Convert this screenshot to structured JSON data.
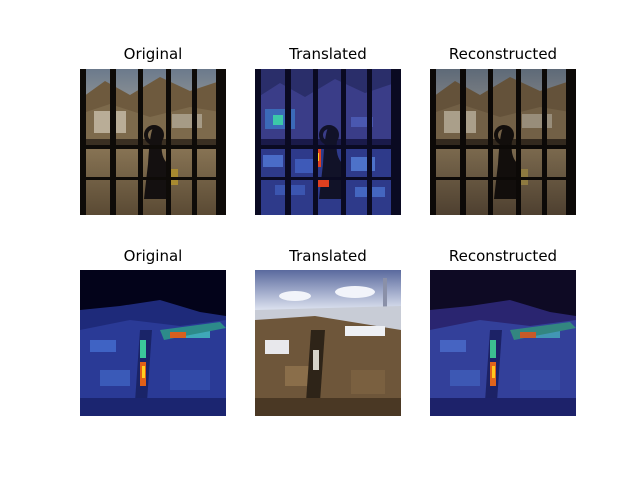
{
  "figure": {
    "rows": [
      {
        "panels": [
          {
            "title": "Original",
            "style": "photo"
          },
          {
            "title": "Translated",
            "style": "thermal"
          },
          {
            "title": "Reconstructed",
            "style": "photo"
          }
        ]
      },
      {
        "panels": [
          {
            "title": "Original",
            "style": "thermal"
          },
          {
            "title": "Translated",
            "style": "photo"
          },
          {
            "title": "Reconstructed",
            "style": "thermal"
          }
        ]
      }
    ]
  }
}
